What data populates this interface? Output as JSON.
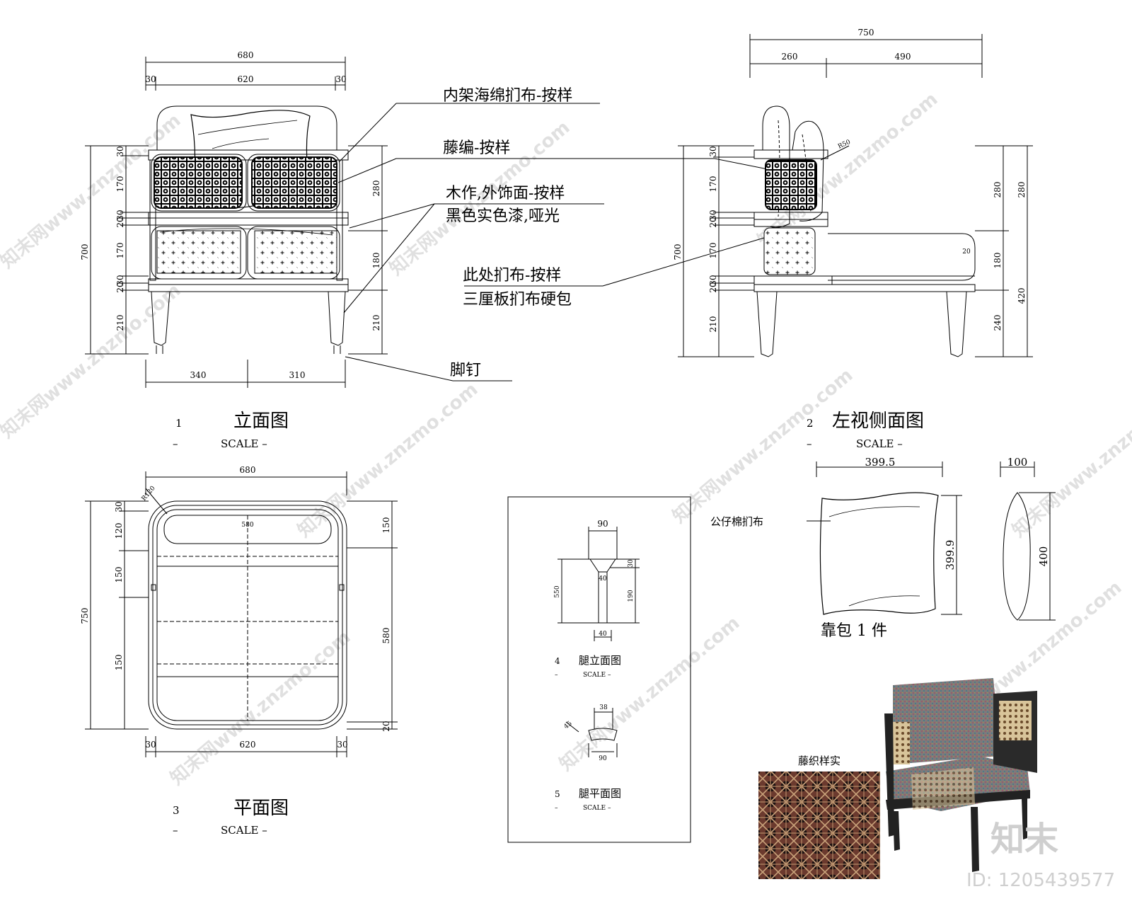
{
  "front_view": {
    "dims": {
      "overall_width": "680",
      "inner_width": "620",
      "side_left": "30",
      "side_right": "30",
      "height_total": "700",
      "h_top": "30",
      "h_back": "170",
      "h_rail": "30",
      "h_rail2": "20",
      "h_seat": "170",
      "h_rail3": "30",
      "h_rail4": "20",
      "h_leg": "210",
      "r_back": "280",
      "r_seat": "180",
      "r_leg": "210",
      "bottom_left": "340",
      "bottom_right": "310"
    },
    "number": "1",
    "title": "立面图",
    "dash": "–",
    "scale": "SCALE –"
  },
  "callouts": {
    "c1": "内架海绵扪布-按样",
    "c2": "藤编-按样",
    "c3a": "木作,外饰面-按样",
    "c3b": "黑色实色漆,哑光",
    "c4a": "此处扪布-按样",
    "c4b": "三厘板扪布硬包",
    "c5": "脚钉"
  },
  "side_view": {
    "dims": {
      "overall_depth": "750",
      "d_back": "260",
      "d_seat": "490",
      "angle": "R50",
      "h_top": "30",
      "h_back": "170",
      "h_rail": "30",
      "h_rail2": "20",
      "h_seat": "170",
      "h_rail3": "30",
      "h_rail4": "20",
      "h_leg": "210",
      "height_total": "700",
      "r_back": "280",
      "r_back2": "280",
      "r_seat": "180",
      "r_cush": "20",
      "r_leg": "240",
      "r_seat_h": "420"
    },
    "number": "2",
    "title": "左视侧面图",
    "dash": "–",
    "scale": "SCALE –"
  },
  "plan_view": {
    "dims": {
      "overall_width": "680",
      "radius": "R120",
      "inner_width": "620",
      "side_left": "30",
      "side_right": "30",
      "d_top": "30",
      "d_back": "120",
      "d_a": "150",
      "d_total": "750",
      "d_b": "150",
      "r_top": "150",
      "r_seat": "580",
      "r_bottom": "20",
      "inner_mark": "580"
    },
    "number": "3",
    "title": "平面图",
    "dash": "–",
    "scale": "SCALE –"
  },
  "leg_detail": {
    "elev_top": "90",
    "elev_height": "550",
    "elev_inner": "40",
    "elev_mid": "190",
    "elev_small": "30",
    "elev_bottom": "40",
    "elev_number": "4",
    "elev_title": "腿立面图",
    "elev_dash": "–",
    "elev_scale": "SCALE –",
    "plan_top": "38",
    "plan_side": "45",
    "plan_bottom": "90",
    "plan_number": "5",
    "plan_title": "腿平面图",
    "plan_dash": "–",
    "plan_scale": "SCALE –"
  },
  "pillow": {
    "width": "399.5",
    "height": "399.9",
    "thickness": "100",
    "side_height": "400",
    "fabric_label": "公仔棉扪布",
    "caption": "靠包 1 件"
  },
  "rattan_sample_label": "藤织样实",
  "watermark": {
    "text": "知末网www.znzmo.com",
    "logo": "知末",
    "id": "ID: 1205439577"
  }
}
